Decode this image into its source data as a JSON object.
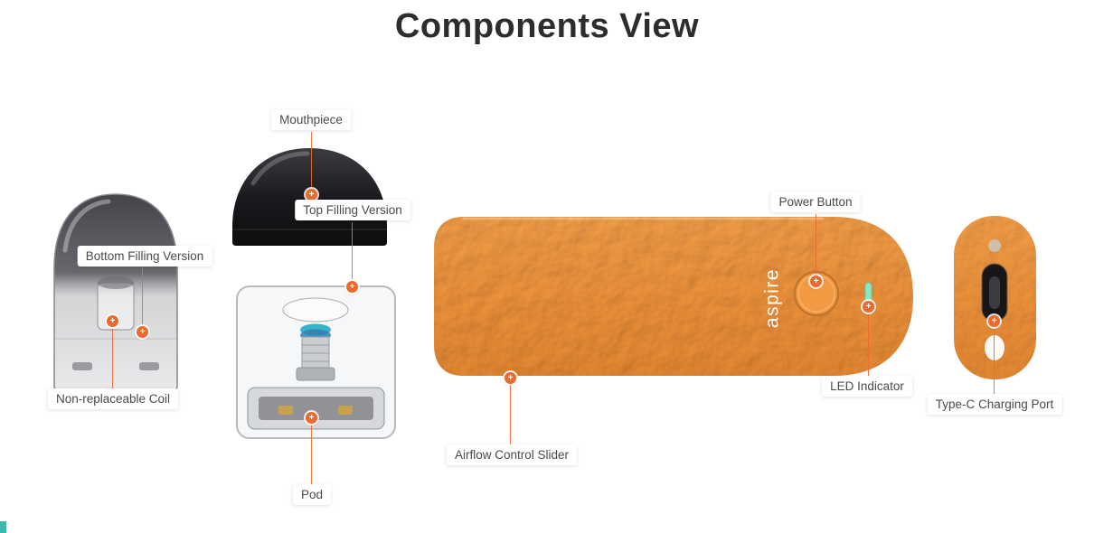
{
  "title": "Components View",
  "brand": "aspire",
  "glyphs": {
    "plus": "+"
  },
  "callouts": [
    {
      "id": "mouthpiece",
      "label": "Mouthpiece"
    },
    {
      "id": "top-filling-version",
      "label": "Top Filling Version"
    },
    {
      "id": "bottom-filling-version",
      "label": "Bottom Filling Version"
    },
    {
      "id": "non-replaceable-coil",
      "label": "Non-replaceable Coil"
    },
    {
      "id": "pod",
      "label": "Pod"
    },
    {
      "id": "power-button",
      "label": "Power Button"
    },
    {
      "id": "led-indicator",
      "label": "LED Indicator"
    },
    {
      "id": "airflow-control-slider",
      "label": "Airflow Control Slider"
    },
    {
      "id": "type-c-charging-port",
      "label": "Type-C Charging Port"
    }
  ],
  "colors": {
    "accent": "#ED6A2F",
    "device_orange": "#F2953C",
    "led_green": "#8AE9C5",
    "title_text": "#2D2D2D",
    "label_text": "#4A4A4A",
    "corner_teal": "#3FB9AE"
  }
}
